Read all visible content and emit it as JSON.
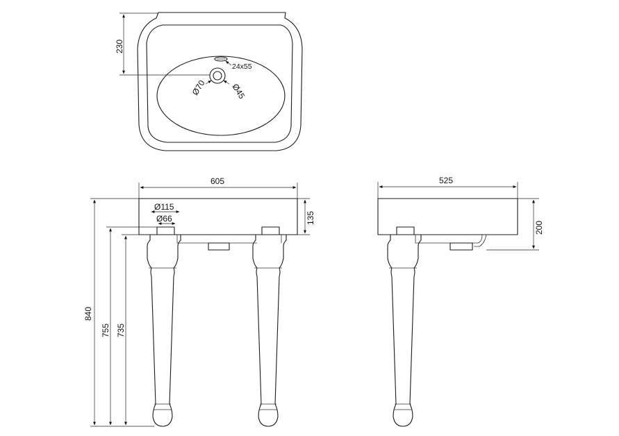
{
  "dimensions": {
    "top_depth": "230",
    "tap_hole": "24x55",
    "waste_outer": "Ø70",
    "waste_inner": "Ø45",
    "front_width": "605",
    "basin_height_front": "135",
    "leg_top_outer": "Ø115",
    "leg_top_inner": "Ø66",
    "overall_height": "840",
    "rim_height_inner": "755",
    "leg_height": "735",
    "side_depth": "525",
    "basin_height_side": "200"
  },
  "colors": {
    "line": "#1a1a1a",
    "background": "#ffffff"
  }
}
